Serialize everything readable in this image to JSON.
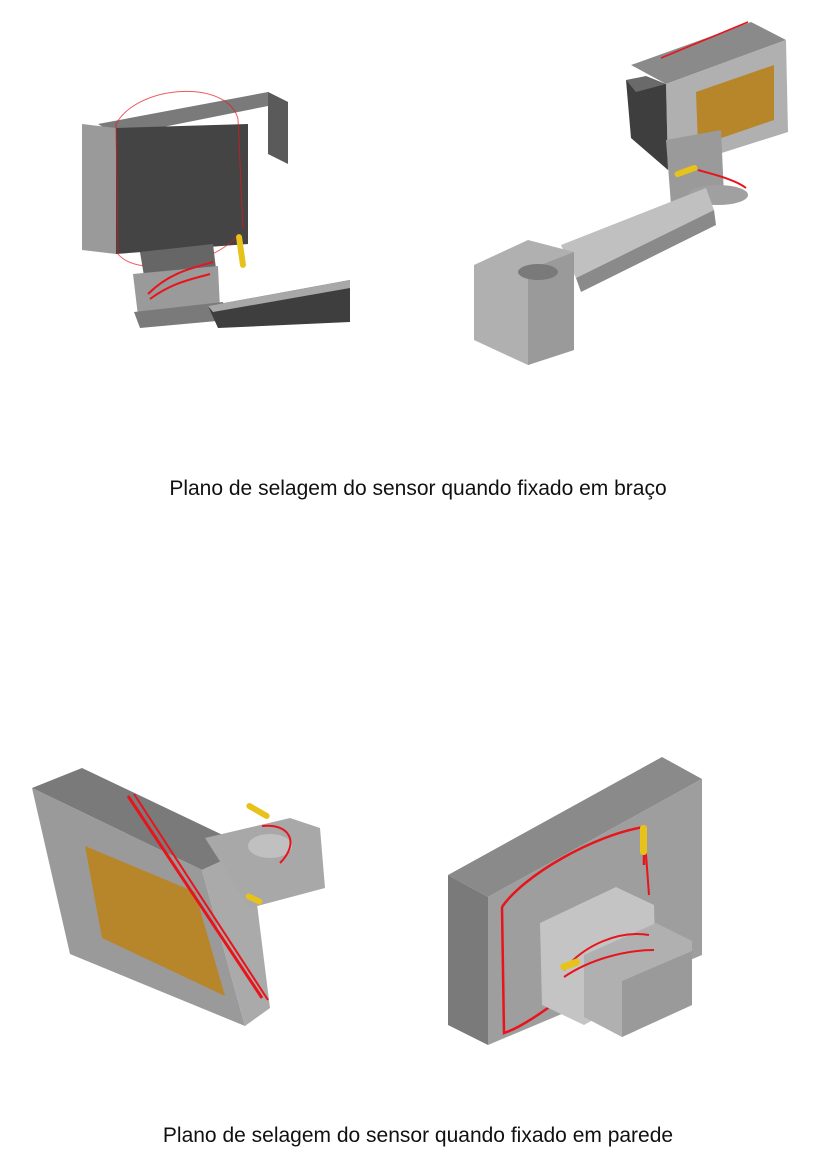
{
  "captions": {
    "arm_mount": "Plano de selagem do sensor quando fixado em braço",
    "wall_mount": "Plano de selagem do sensor quando fixado em parede"
  },
  "colors": {
    "seal_wire": "#e8141c",
    "metal_dark": "#4a4a4a",
    "metal_mid": "#8a8a8a",
    "metal_light": "#c4c4c4",
    "panel_amber": "#b8862a",
    "seal_yellow": "#e6c21a"
  },
  "figures": {
    "arm_closeup_icon": "sensor-arm-closeup-illustration",
    "arm_full_icon": "sensor-arm-full-illustration",
    "wall_side_icon": "sensor-wall-side-illustration",
    "wall_rear_icon": "sensor-wall-rear-illustration"
  }
}
